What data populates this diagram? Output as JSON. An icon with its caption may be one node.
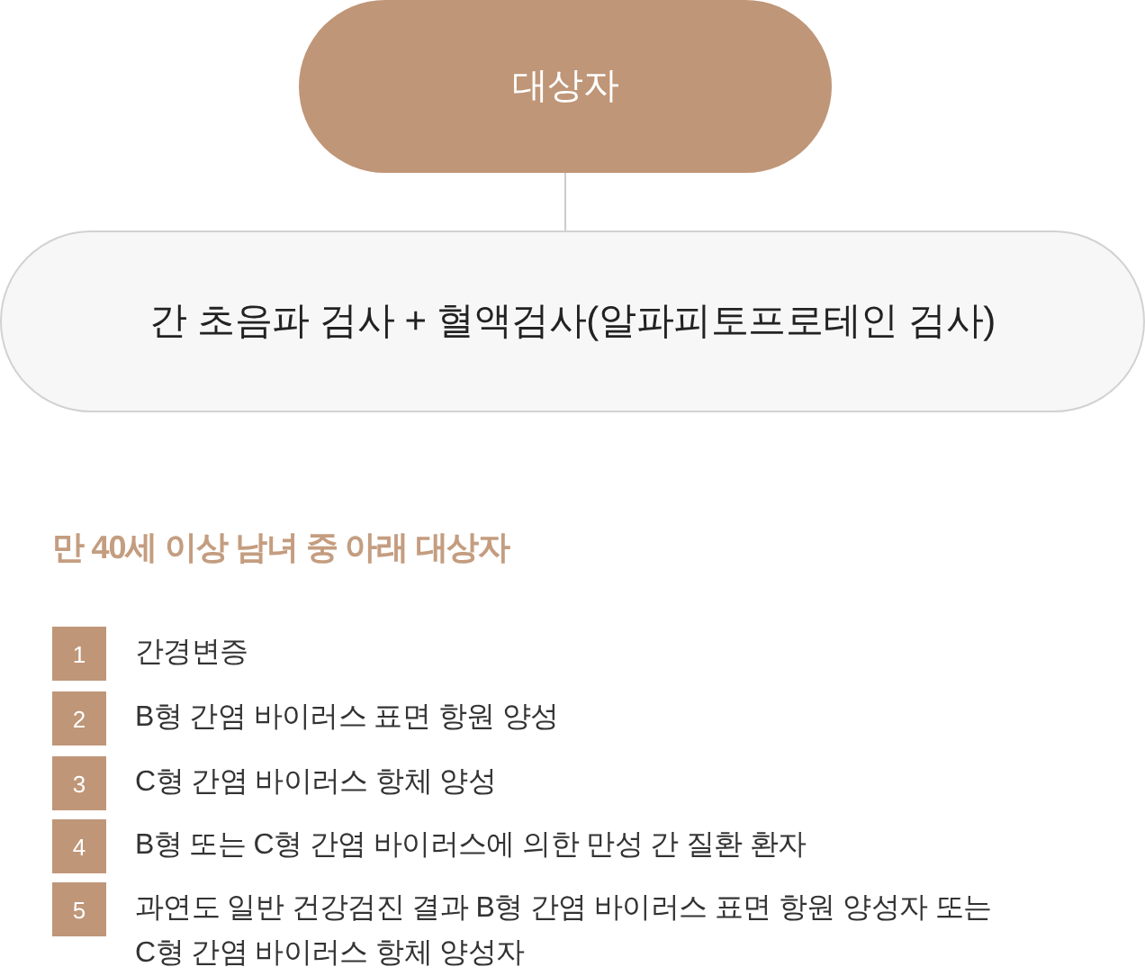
{
  "diagram": {
    "nodes": [
      {
        "text": [
          "대상자"
        ]
      },
      {
        "text": [
          "간 초음파 검사 + 혈액검사(알파피토프로테인 검사)"
        ]
      },
      {
        "text": [
          "1"
        ],
        "beside": [
          "간경변증"
        ]
      },
      {
        "text": [
          "2"
        ],
        "beside": [
          "B형 간염 바이러스 표면 항원 양성"
        ]
      },
      {
        "text": [
          "3"
        ],
        "beside": [
          "C형 간염 바이러스 항체 양성"
        ]
      },
      {
        "text": [
          "4"
        ],
        "beside": [
          "B형 또는 C형 간염 바이러스에 의한 만성 간 질환 환자"
        ]
      },
      {
        "text": [
          "5"
        ],
        "beside": [
          "과연도 일반 건강검진 결과 B형 간염 바이러스 표면 항원 양성자 또는 C형 간염 바이러스 항체 양성자"
        ]
      }
    ],
    "edges": [
      {
        "from": 0,
        "to": 1,
        "arrow": "none"
      }
    ],
    "labels": [
      "만 40세 이상 남녀 중 아래 대상자"
    ]
  }
}
